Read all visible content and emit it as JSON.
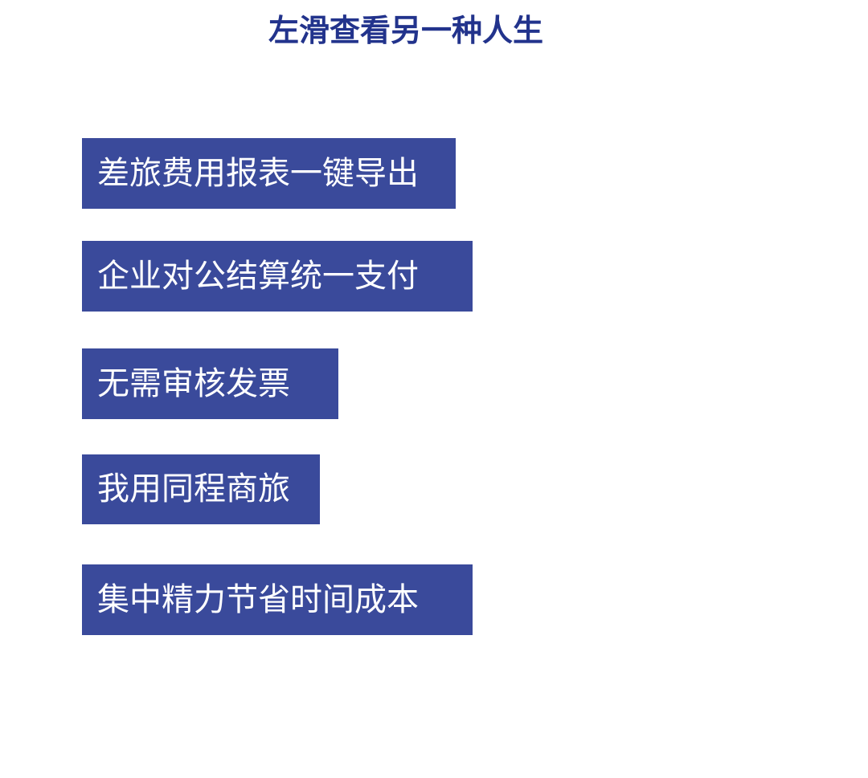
{
  "title": "左滑查看另一种人生",
  "tags": [
    "差旅费用报表一键导出",
    "企业对公结算统一支付",
    "无需审核发票",
    "我用同程商旅",
    "集中精力节省时间成本"
  ],
  "colors": {
    "title": "#22338c",
    "tag_bg": "#3a4a9b",
    "tag_text": "#ffffff"
  }
}
